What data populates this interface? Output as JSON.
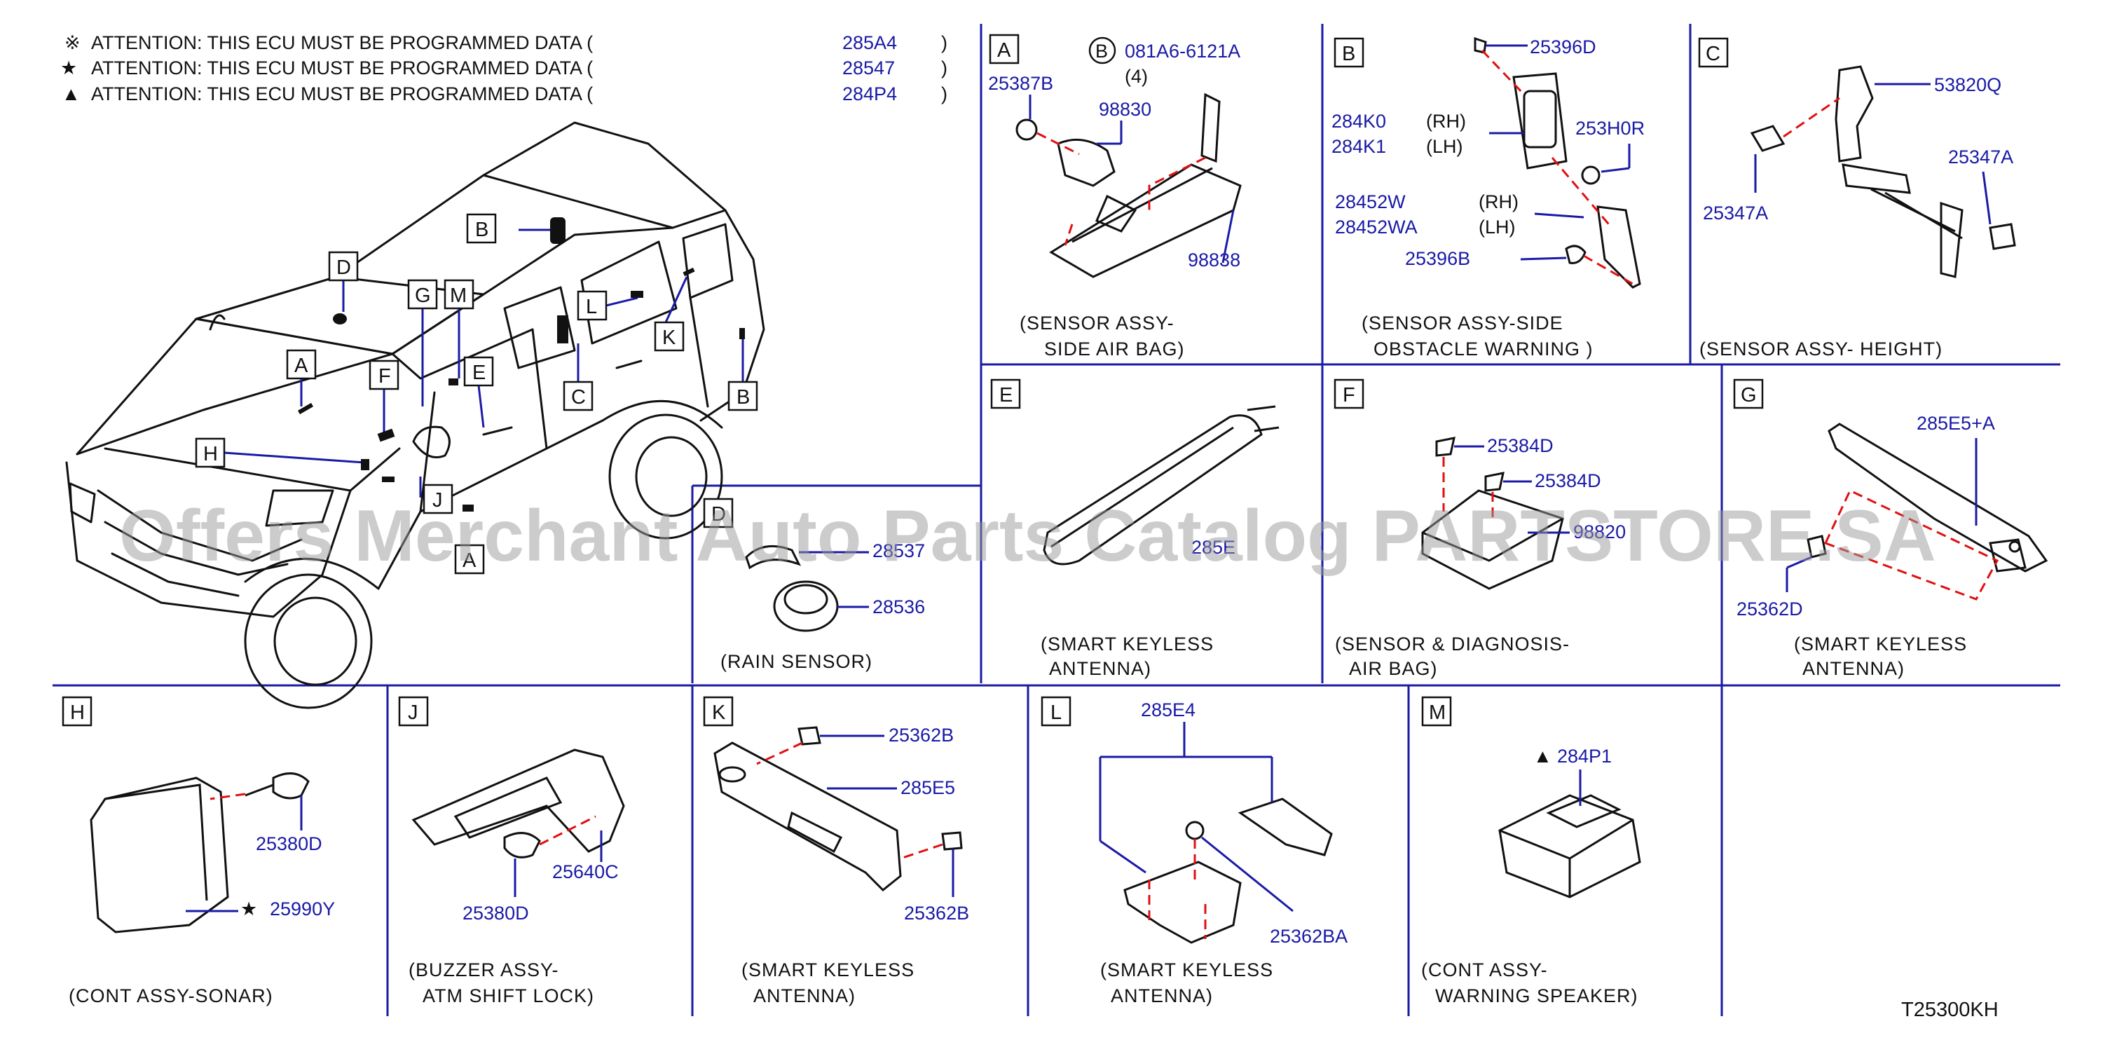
{
  "header": {
    "notes": [
      {
        "symbol": "※",
        "text": "ATTENTION:  THIS  ECU  MUST  BE  PROGRAMMED  DATA  (",
        "part": "285A4"
      },
      {
        "symbol": "★",
        "text": "ATTENTION:  THIS  ECU  MUST  BE  PROGRAMMED  DATA  (",
        "part": "28547"
      },
      {
        "symbol": "▲",
        "text": "ATTENTION:  THIS  ECU  MUST  BE  PROGRAMMED  DATA  (",
        "part": "284P4"
      }
    ],
    "close_paren": ")"
  },
  "vehicle_callouts": [
    "B",
    "D",
    "A",
    "G",
    "M",
    "E",
    "F",
    "H",
    "L",
    "K",
    "C",
    "J",
    "B",
    "A"
  ],
  "watermark": "Offers Merchant Auto Parts Catalog PARTSTORE.SA",
  "diagram_code": "T25300KH",
  "panels": {
    "A": {
      "letter": "A",
      "caption": [
        "(SENSOR  ASSY-",
        "SIDE  AIR  BAG)"
      ],
      "parts": [
        "081A6-6121A",
        "(4)",
        "25387B",
        "98830",
        "98838"
      ],
      "ref_letter": "B"
    },
    "B": {
      "letter": "B",
      "caption": [
        "(SENSOR  ASSY-SIDE",
        "OBSTACLE  WARNING  )"
      ],
      "parts": [
        "25396D",
        "284K0",
        "(RH)",
        "284K1",
        "(LH)",
        "253H0R",
        "28452W",
        "(RH)",
        "28452WA",
        "(LH)",
        "25396B"
      ]
    },
    "C": {
      "letter": "C",
      "caption": [
        "(SENSOR  ASSY-  HEIGHT)"
      ],
      "parts": [
        "53820Q",
        "25347A",
        "25347A"
      ]
    },
    "D": {
      "letter": "D",
      "caption": [
        "(RAIN  SENSOR)"
      ],
      "parts": [
        "28537",
        "28536"
      ]
    },
    "E": {
      "letter": "E",
      "caption": [
        "(SMART  KEYLESS",
        "ANTENNA)"
      ],
      "parts": [
        "285E"
      ]
    },
    "F": {
      "letter": "F",
      "caption": [
        "(SENSOR  &  DIAGNOSIS-",
        "AIR  BAG)"
      ],
      "parts": [
        "25384D",
        "25384D",
        "98820"
      ]
    },
    "G": {
      "letter": "G",
      "caption": [
        "(SMART  KEYLESS",
        "ANTENNA)"
      ],
      "parts": [
        "285E5+A",
        "25362D"
      ]
    },
    "H": {
      "letter": "H",
      "caption": [
        "(CONT  ASSY-SONAR)"
      ],
      "parts": [
        "25380D",
        "25990Y"
      ],
      "symbol": "★"
    },
    "J": {
      "letter": "J",
      "caption": [
        "(BUZZER  ASSY-",
        "ATM  SHIFT  LOCK)"
      ],
      "parts": [
        "25640C",
        "25380D"
      ]
    },
    "K": {
      "letter": "K",
      "caption": [
        "(SMART  KEYLESS",
        "ANTENNA)"
      ],
      "parts": [
        "25362B",
        "285E5",
        "25362B"
      ]
    },
    "L": {
      "letter": "L",
      "caption": [
        "(SMART  KEYLESS",
        "ANTENNA)"
      ],
      "parts": [
        "285E4",
        "25362BA"
      ]
    },
    "M": {
      "letter": "M",
      "caption": [
        "(CONT  ASSY-",
        "WARNING  SPEAKER)"
      ],
      "parts": [
        "284P1"
      ],
      "symbol": "▲"
    }
  },
  "colors": {
    "part_number": "#1a1aa6",
    "line": "#1a1aa6",
    "dash": "#e01010",
    "ink": "#111111",
    "watermark": "#9a9a9a"
  }
}
